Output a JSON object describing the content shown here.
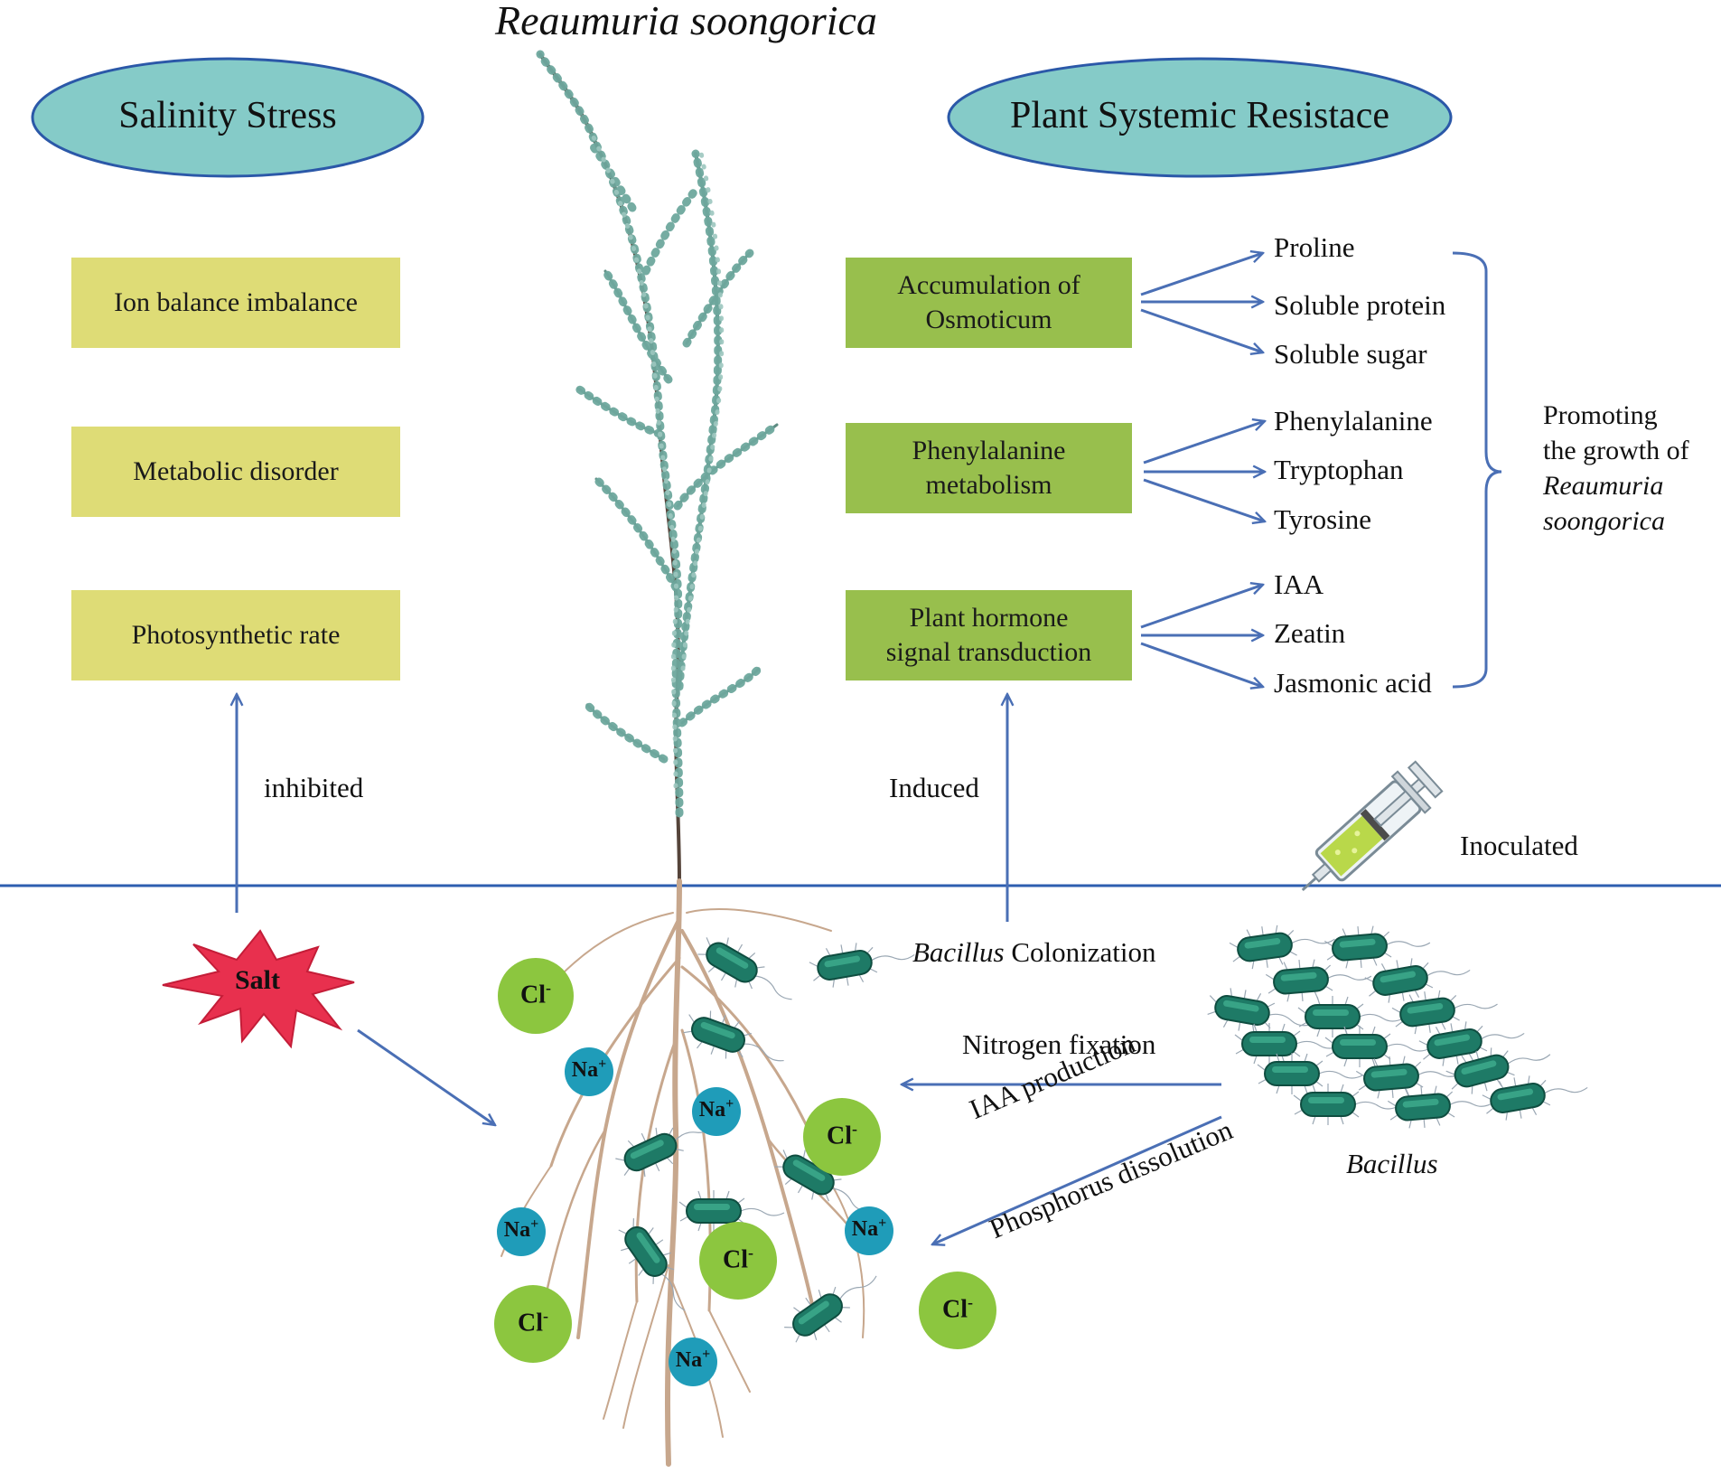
{
  "title": {
    "genus": "Reaumuria",
    "species": "soongorica"
  },
  "left": {
    "header": "Salinity Stress",
    "boxes": [
      {
        "label": "Ion balance imbalance"
      },
      {
        "label": "Metabolic disorder"
      },
      {
        "label": "Photosynthetic rate"
      }
    ],
    "arrow_label": "inhibited"
  },
  "right": {
    "header": "Plant Systemic Resistace",
    "groups": [
      {
        "line1": "Accumulation of",
        "line2": "Osmoticum",
        "items": [
          "Proline",
          "Soluble protein",
          "Soluble sugar"
        ]
      },
      {
        "line1": "Phenylalanine",
        "line2": "metabolism",
        "items": [
          "Phenylalanine",
          "Tryptophan",
          "Tyrosine"
        ]
      },
      {
        "line1": "Plant hormone",
        "line2": "signal transduction",
        "items": [
          "IAA",
          "Zeatin",
          "Jasmonic acid"
        ]
      }
    ],
    "arrow_label": "Induced",
    "summary": {
      "line1": "Promoting",
      "line2": "the growth of",
      "line3": "Reaumuria",
      "line4": "soongorica"
    }
  },
  "soil": {
    "inoculated": "Inoculated",
    "colonization_genus": "Bacillus",
    "colonization_text": " Colonization",
    "nitrogen": "Nitrogen fixation",
    "iaa": "IAA production",
    "phosphorus": "Phosphorus dissolution",
    "bacillus": "Bacillus",
    "salt": "Salt",
    "cl_ion": "Cl",
    "cl_charge": "-",
    "na_ion": "Na",
    "na_charge": "+"
  },
  "colors": {
    "ellipse_fill": "#85cbc8",
    "ellipse_stroke": "#2b58a8",
    "arrow": "#4a6fb5",
    "yellow_box": "#dedc76",
    "green_box": "#98bf4d",
    "cl_circle": "#8cc63f",
    "na_circle": "#1f9cb9",
    "salt_star": "#e8304e",
    "bacteria": "#1e7a66",
    "root": "#c7a78d",
    "plant": "#6ea89e"
  }
}
